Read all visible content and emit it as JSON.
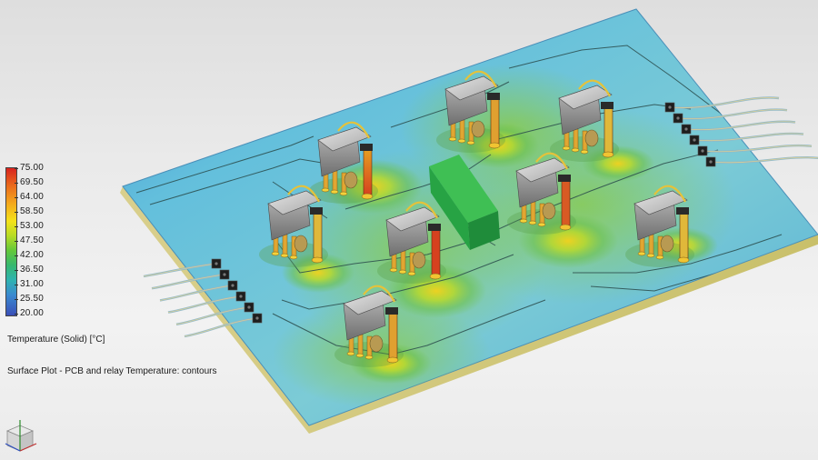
{
  "legend": {
    "ticks": [
      "75.00",
      "69.50",
      "64.00",
      "58.50",
      "53.00",
      "47.50",
      "42.00",
      "36.50",
      "31.00",
      "25.50",
      "20.00"
    ],
    "title": "Temperature (Solid) [°C]",
    "colors": [
      "#d8231e",
      "#ea6b1c",
      "#f4a91c",
      "#f4e21a",
      "#b6db24",
      "#63c83a",
      "#36b870",
      "#2fb3b0",
      "#3a8ad0",
      "#3a4fb8"
    ]
  },
  "plot": {
    "subtitle": "Surface Plot - PCB and relay Temperature: contours",
    "board_color": "#6fc4d8",
    "hot_color": "#e8b01a",
    "warm_color": "#73c24a"
  },
  "icons": {
    "triad": "axis-triad-icon",
    "connector": "connector-icon",
    "relay": "relay-icon",
    "capacitor": "capacitor-icon"
  }
}
